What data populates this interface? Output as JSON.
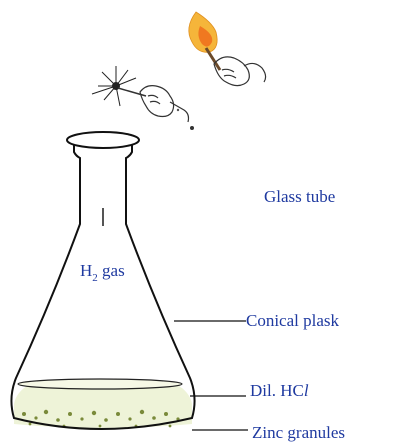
{
  "diagram": {
    "labels": {
      "glass_tube": "Glass tube",
      "h2_gas_main": "H",
      "h2_gas_sub": "2",
      "h2_gas_rest": " gas",
      "conical_flask": "Conical plask",
      "dil_hcl_main": "Dil. HC",
      "dil_hcl_italic": "l",
      "zinc_granules": "Zinc granules"
    },
    "colors": {
      "label_text": "#1f3aa0",
      "outline": "#111111",
      "liquid": "#eef3d8",
      "flame_outer": "#f5b53a",
      "flame_inner": "#f07820"
    },
    "icons": [
      "burning-splinter-icon",
      "sparking-match-icon",
      "hand-icon"
    ]
  }
}
